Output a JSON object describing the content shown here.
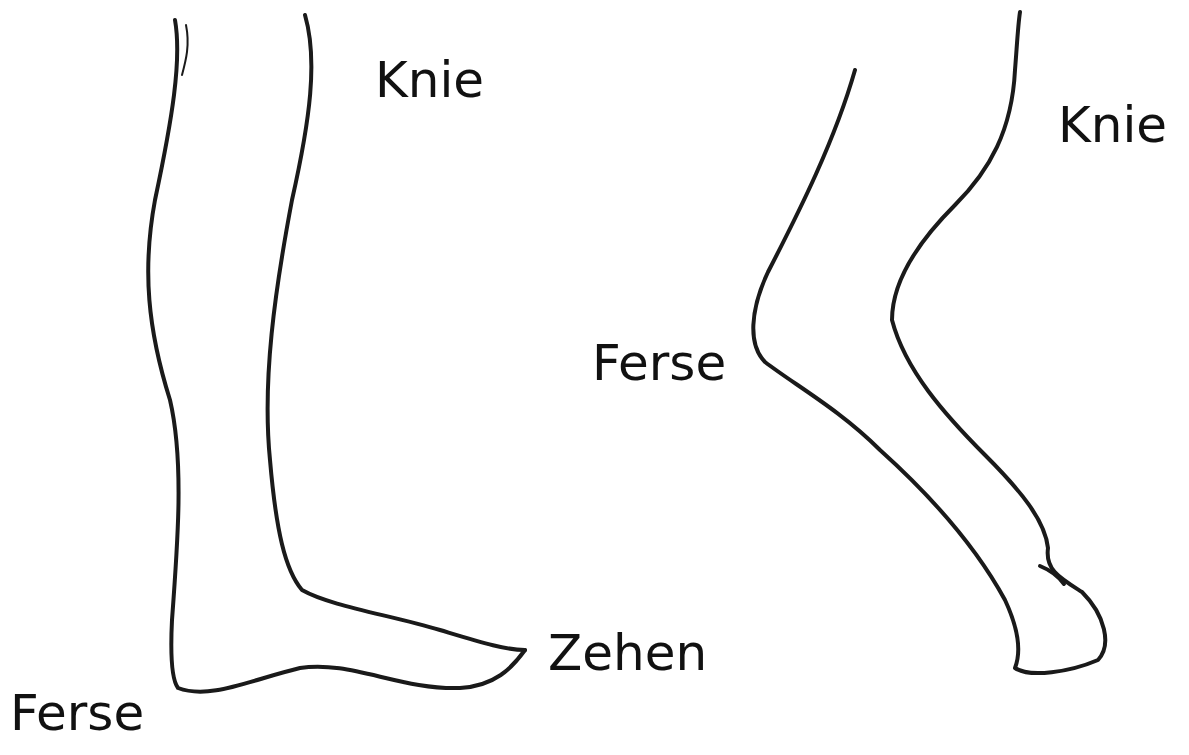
{
  "diagram": {
    "labels": [
      "Knie",
      "Knie",
      "Ferse",
      "Zehen",
      "Ferse"
    ]
  }
}
